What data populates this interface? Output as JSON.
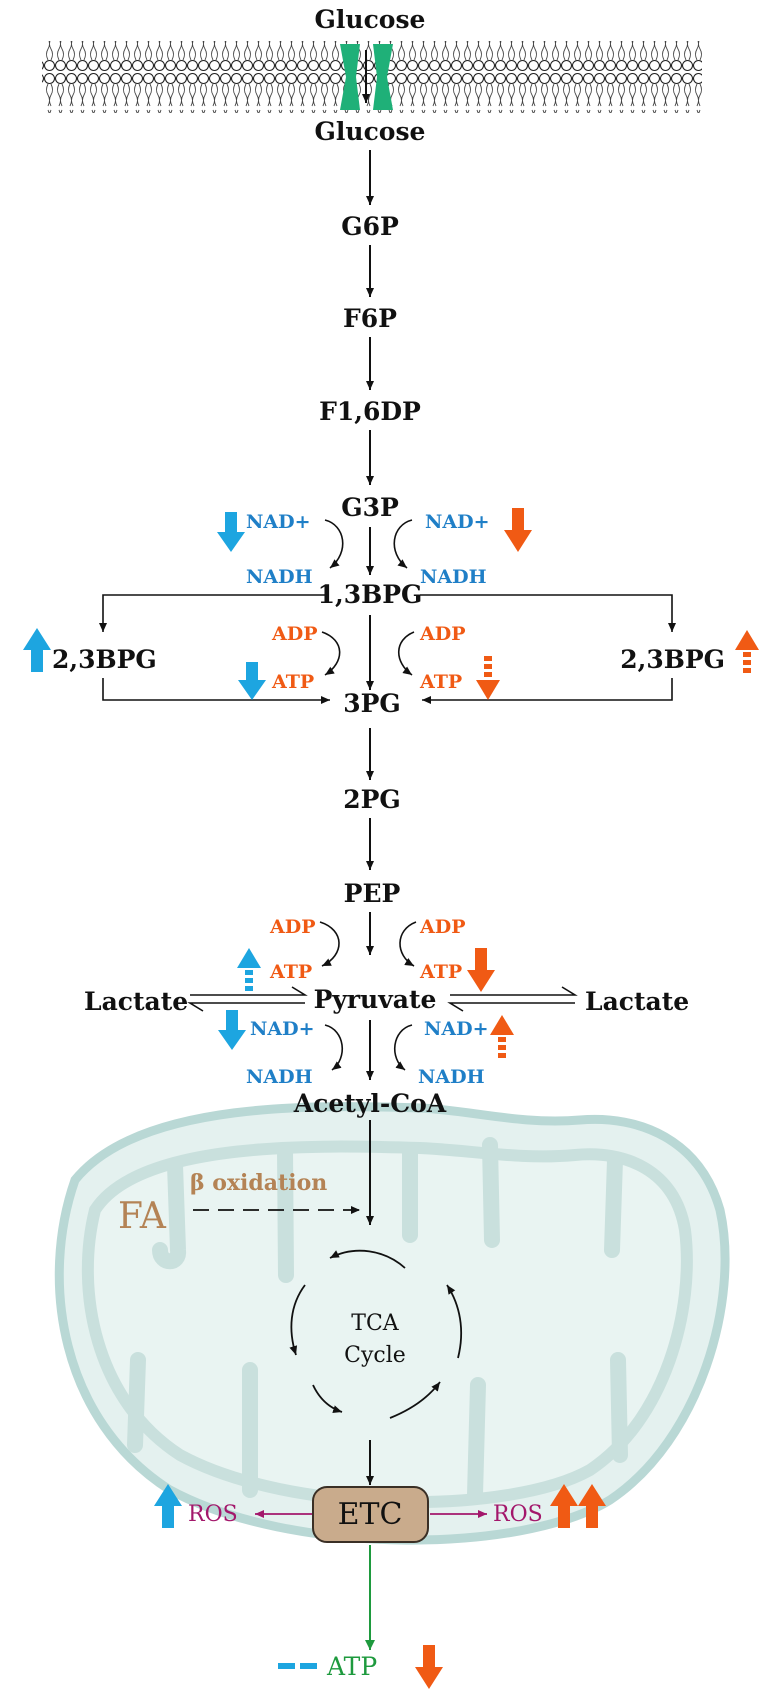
{
  "metabolites": {
    "glucose_out": "Glucose",
    "glucose_in": "Glucose",
    "g6p": "G6P",
    "f6p": "F6P",
    "f16dp": "F1,6DP",
    "g3p": "G3P",
    "bpg13": "1,3BPG",
    "bpg23_left": "2,3BPG",
    "bpg23_right": "2,3BPG",
    "pg3": "3PG",
    "pg2": "2PG",
    "pep": "PEP",
    "pyruvate": "Pyruvate",
    "lactate_left": "Lactate",
    "lactate_right": "Lactate",
    "acetylcoa": "Acetyl-CoA"
  },
  "cofactors": {
    "g3p_left_in": "NAD+",
    "g3p_left_out": "NADH",
    "g3p_right_in": "NAD+",
    "g3p_right_out": "NADH",
    "bpg_left_in": "ADP",
    "bpg_left_out": "ATP",
    "bpg_right_in": "ADP",
    "bpg_right_out": "ATP",
    "pep_left_in": "ADP",
    "pep_left_out": "ATP",
    "pep_right_in": "ADP",
    "pep_right_out": "ATP",
    "pyr_left_in": "NAD+",
    "pyr_left_out": "NADH",
    "pyr_right_in": "NAD+",
    "pyr_right_out": "NADH"
  },
  "mito": {
    "fa": "FA",
    "beta_oxidation": "β oxidation",
    "tca_line1": "TCA",
    "tca_line2": "Cycle",
    "etc": "ETC",
    "ros_left": "ROS",
    "ros_right": "ROS",
    "atp_out": "ATP"
  },
  "colors": {
    "blue_arrow": "#1da5e0",
    "orange_arrow": "#f05a14",
    "transporter": "#1fb078",
    "mito_fill": "#e4f1ef",
    "mito_stroke": "#b9d8d5",
    "etc_fill": "#c9ab8c",
    "ros": "#a3176b",
    "atp_green": "#1e9a3e",
    "fa_brown": "#b48355"
  }
}
